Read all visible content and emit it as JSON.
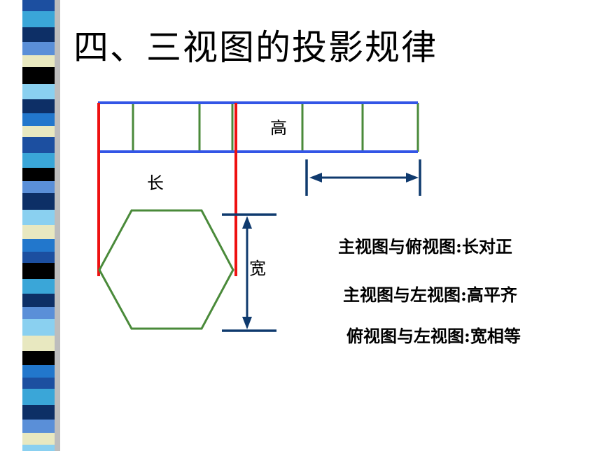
{
  "title": "四、三视图的投影规律",
  "labels": {
    "height": "高",
    "length": "长",
    "width": "宽"
  },
  "rules": [
    "主视图与俯视图:长对正",
    "主视图与左视图:高平齐",
    "俯视图与左视图:宽相等"
  ],
  "colors": {
    "blue_line": "#3355e6",
    "red_line": "#ee1111",
    "green_line": "#4a8a3a",
    "navy_arrow": "#0f3a6e",
    "stripe_palette": [
      "#1c4fa0",
      "#0d2f66",
      "#3aa6d8",
      "#e8e8c0",
      "#000000",
      "#5a8fd8",
      "#8ad0f0",
      "#2277cc"
    ]
  }
}
